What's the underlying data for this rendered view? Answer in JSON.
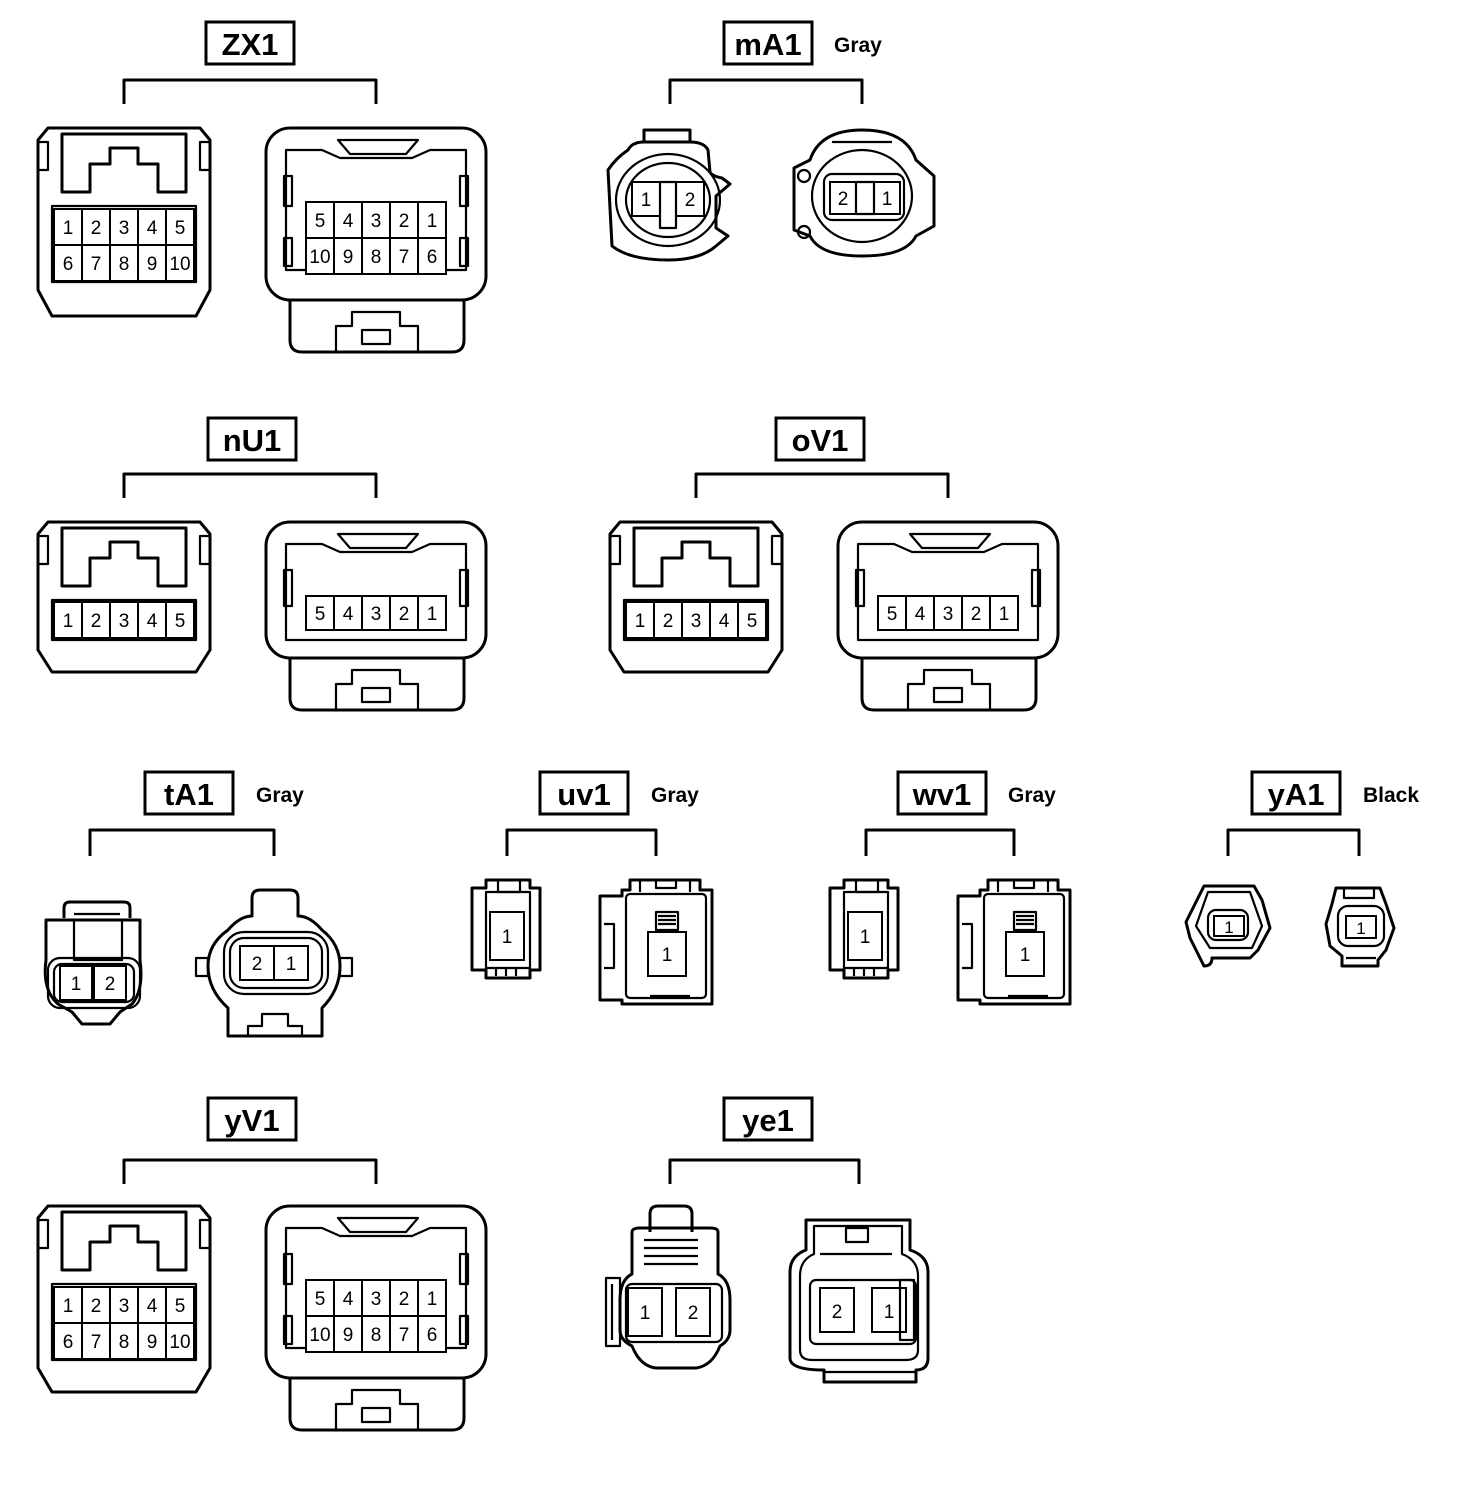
{
  "connectors": [
    {
      "id": "ZX1",
      "color": "",
      "male_pins": [
        "1",
        "2",
        "3",
        "4",
        "5",
        "6",
        "7",
        "8",
        "9",
        "10"
      ],
      "female_pins": [
        "5",
        "4",
        "3",
        "2",
        "1",
        "10",
        "9",
        "8",
        "7",
        "6"
      ]
    },
    {
      "id": "mA1",
      "color": "Gray",
      "male_pins": [
        "1",
        "2"
      ],
      "female_pins": [
        "2",
        "1"
      ]
    },
    {
      "id": "nU1",
      "color": "",
      "male_pins": [
        "1",
        "2",
        "3",
        "4",
        "5"
      ],
      "female_pins": [
        "5",
        "4",
        "3",
        "2",
        "1"
      ]
    },
    {
      "id": "oV1",
      "color": "",
      "male_pins": [
        "1",
        "2",
        "3",
        "4",
        "5"
      ],
      "female_pins": [
        "5",
        "4",
        "3",
        "2",
        "1"
      ]
    },
    {
      "id": "tA1",
      "color": "Gray",
      "male_pins": [
        "1",
        "2"
      ],
      "female_pins": [
        "2",
        "1"
      ]
    },
    {
      "id": "uv1",
      "color": "Gray",
      "male_pins": [
        "1"
      ],
      "female_pins": [
        "1"
      ]
    },
    {
      "id": "wv1",
      "color": "Gray",
      "male_pins": [
        "1"
      ],
      "female_pins": [
        "1"
      ]
    },
    {
      "id": "yA1",
      "color": "Black",
      "male_pins": [
        "1"
      ],
      "female_pins": [
        "1"
      ]
    },
    {
      "id": "yV1",
      "color": "",
      "male_pins": [
        "1",
        "2",
        "3",
        "4",
        "5",
        "6",
        "7",
        "8",
        "9",
        "10"
      ],
      "female_pins": [
        "5",
        "4",
        "3",
        "2",
        "1",
        "10",
        "9",
        "8",
        "7",
        "6"
      ]
    },
    {
      "id": "ye1",
      "color": "",
      "male_pins": [
        "1",
        "2"
      ],
      "female_pins": [
        "2",
        "1"
      ]
    }
  ]
}
